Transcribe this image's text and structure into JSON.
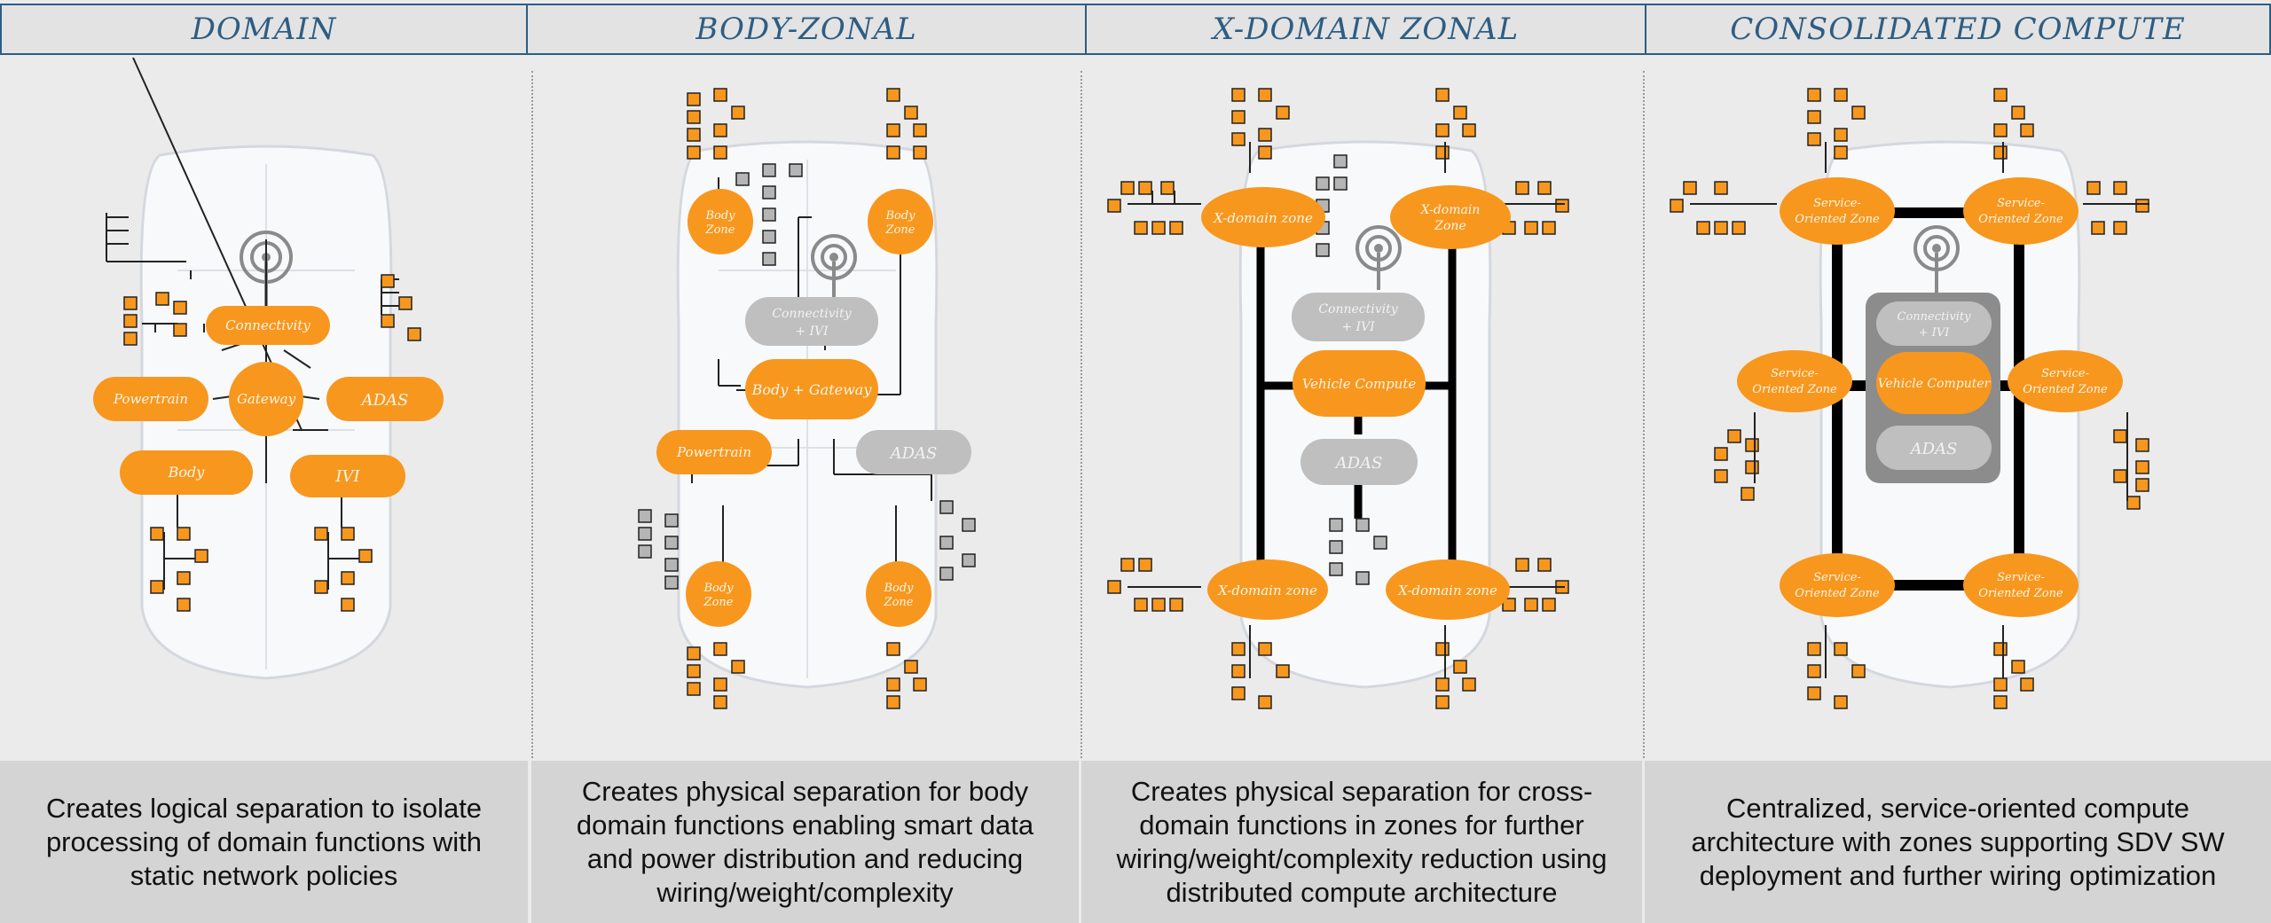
{
  "headers": [
    "DOMAIN",
    "BODY-ZONAL",
    "X-DOMAIN ZONAL",
    "CONSOLIDATED COMPUTE"
  ],
  "descriptions": [
    "Creates logical separation to isolate processing of domain functions with static network policies",
    "Creates physical separation for body domain functions enabling smart data and power distribution and reducing wiring/weight/complexity",
    "Creates physical separation for cross-domain functions in zones for further wiring/weight/complexity reduction using distributed compute architecture",
    "Centralized, service-oriented compute architecture with zones supporting SDV SW deployment and further wiring optimization"
  ],
  "domain": {
    "connectivity": "Connectivity",
    "gateway": "Gateway",
    "powertrain": "Powertrain",
    "adas": "ADAS",
    "body": "Body",
    "ivi": "IVI"
  },
  "body_zonal": {
    "body_zone_1": "Body",
    "body_zone_2": "Zone",
    "connectivity": "Connectivity",
    "ivi": "+ IVI",
    "body_gateway": "Body + Gateway",
    "powertrain": "Powertrain",
    "adas": "ADAS"
  },
  "xdomain": {
    "xzone": "X-domain zone",
    "xzone_1": "X-domain",
    "xzone_2": "Zone",
    "connectivity": "Connectivity",
    "ivi": "+ IVI",
    "vehicle_compute": "Vehicle Compute",
    "adas": "ADAS"
  },
  "consolidated": {
    "soz_1": "Service-",
    "soz_2": "Oriented Zone",
    "connectivity": "Connectivity",
    "ivi": "+ IVI",
    "vehicle_compute": "Vehicle Computer",
    "adas": "ADAS"
  },
  "colors": {
    "header_text": "#2e5d83",
    "orange": "#f7971e",
    "gray_box": "#bfbfbf",
    "footer_bg": "#d4d4d4"
  }
}
